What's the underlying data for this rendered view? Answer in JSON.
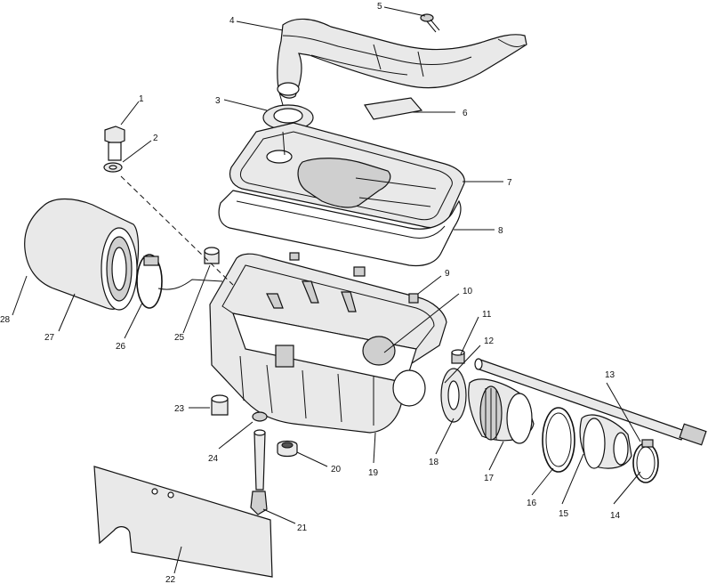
{
  "diagram": {
    "callouts": [
      {
        "id": "c1",
        "text": "1"
      },
      {
        "id": "c2",
        "text": "2"
      },
      {
        "id": "c3",
        "text": "3"
      },
      {
        "id": "c4",
        "text": "4"
      },
      {
        "id": "c5",
        "text": "5"
      },
      {
        "id": "c6",
        "text": "6"
      },
      {
        "id": "c7",
        "text": "7"
      },
      {
        "id": "c8",
        "text": "8"
      },
      {
        "id": "c9",
        "text": "9"
      },
      {
        "id": "c10",
        "text": "10"
      },
      {
        "id": "c11",
        "text": "11"
      },
      {
        "id": "c12",
        "text": "12"
      },
      {
        "id": "c13",
        "text": "13"
      },
      {
        "id": "c14",
        "text": "14"
      },
      {
        "id": "c15",
        "text": "15"
      },
      {
        "id": "c16",
        "text": "16"
      },
      {
        "id": "c17",
        "text": "17"
      },
      {
        "id": "c18",
        "text": "18"
      },
      {
        "id": "c19",
        "text": "19"
      },
      {
        "id": "c20",
        "text": "20"
      },
      {
        "id": "c21",
        "text": "21"
      },
      {
        "id": "c22",
        "text": "22"
      },
      {
        "id": "c23",
        "text": "23"
      },
      {
        "id": "c24",
        "text": "24"
      },
      {
        "id": "c25",
        "text": "25"
      },
      {
        "id": "c26",
        "text": "26"
      },
      {
        "id": "c27",
        "text": "27"
      },
      {
        "id": "c28",
        "text": "28"
      }
    ]
  }
}
